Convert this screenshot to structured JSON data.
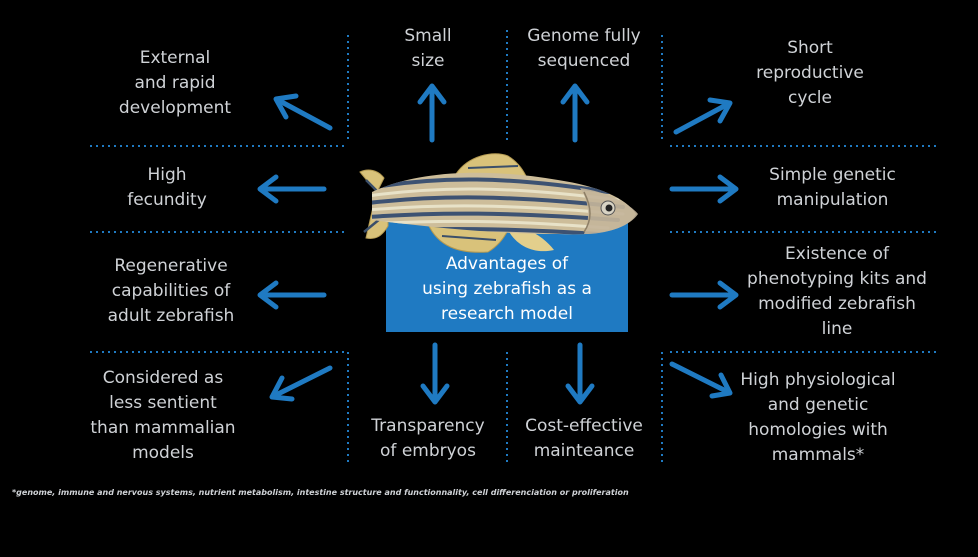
{
  "center": {
    "title": "Advantages of\nusing zebrafish as a\nresearch model"
  },
  "advantages": [
    {
      "id": "small-size",
      "text": "Small\nsize"
    },
    {
      "id": "genome",
      "text": "Genome fully\nsequenced"
    },
    {
      "id": "external-development",
      "text": "External\nand rapid\ndevelopment"
    },
    {
      "id": "reproductive-cycle",
      "text": "Short\nreproductive\ncycle"
    },
    {
      "id": "fecundity",
      "text": "High\nfecundity"
    },
    {
      "id": "genetic-manipulation",
      "text": "Simple genetic\nmanipulation"
    },
    {
      "id": "regenerative",
      "text": "Regenerative\ncapabilities of\nadult zebrafish"
    },
    {
      "id": "phenotyping-kits",
      "text": "Existence of\nphenotyping kits and\nmodified zebrafish\nline"
    },
    {
      "id": "less-sentient",
      "text": "Considered as\nless sentient\nthan mammalian\nmodels"
    },
    {
      "id": "transparency",
      "text": "Transparency\nof embryos"
    },
    {
      "id": "cost-effective",
      "text": "Cost-effective\nmainteance"
    },
    {
      "id": "homologies",
      "text": "High physiological\nand genetic\nhomologies with\nmammals*"
    }
  ],
  "footnote": "*genome, immune and nervous systems, nutrient metabolism, intestine structure and functionnality, cell differenciation or proliferation",
  "colors": {
    "accent": "#1f7ac2",
    "background": "#000000",
    "text": "#cfd2d6",
    "divider": "#1f7ac2"
  }
}
